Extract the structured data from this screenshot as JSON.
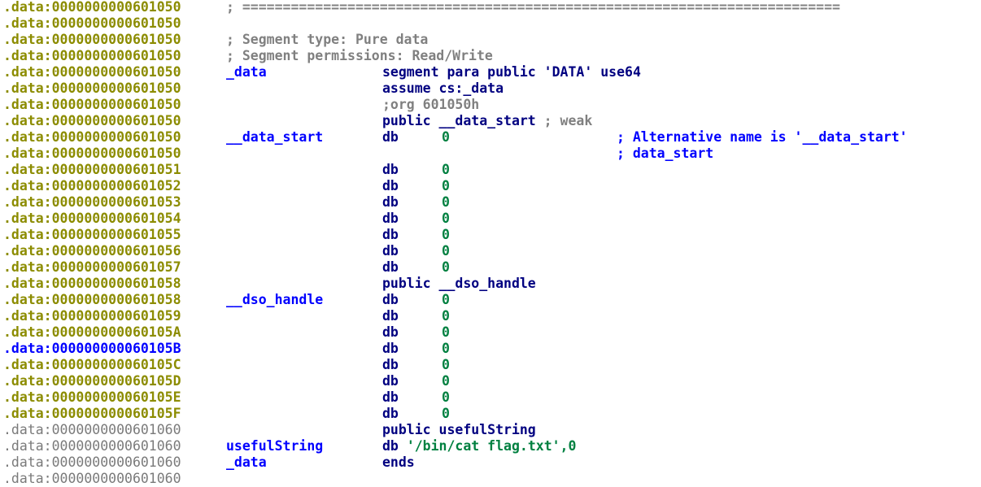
{
  "rows": [
    {
      "addr": ".data:0000000000601050",
      "comment": "; =========================================================================="
    },
    {
      "addr": ".data:0000000000601050"
    },
    {
      "addr": ".data:0000000000601050",
      "comment": "; Segment type: Pure data"
    },
    {
      "addr": ".data:0000000000601050",
      "comment": "; Segment permissions: Read/Write"
    },
    {
      "addr": ".data:0000000000601050",
      "label": "_data",
      "instr": "segment para public 'DATA' use64"
    },
    {
      "addr": ".data:0000000000601050",
      "instr": "assume cs:_data"
    },
    {
      "addr": ".data:0000000000601050",
      "instr_comment": ";org 601050h"
    },
    {
      "addr": ".data:0000000000601050",
      "instr": "public __data_start",
      "after": " ; weak"
    },
    {
      "addr": ".data:0000000000601050",
      "label": "__data_start",
      "instr": "db",
      "operand": "0",
      "rcomment": "; Alternative name is '__data_start'"
    },
    {
      "addr": ".data:0000000000601050",
      "rcomment": "; data_start"
    },
    {
      "addr": ".data:0000000000601051",
      "instr": "db",
      "operand": "0"
    },
    {
      "addr": ".data:0000000000601052",
      "instr": "db",
      "operand": "0"
    },
    {
      "addr": ".data:0000000000601053",
      "instr": "db",
      "operand": "0"
    },
    {
      "addr": ".data:0000000000601054",
      "instr": "db",
      "operand": "0"
    },
    {
      "addr": ".data:0000000000601055",
      "instr": "db",
      "operand": "0"
    },
    {
      "addr": ".data:0000000000601056",
      "instr": "db",
      "operand": "0"
    },
    {
      "addr": ".data:0000000000601057",
      "instr": "db",
      "operand": "0"
    },
    {
      "addr": ".data:0000000000601058",
      "instr": "public __dso_handle"
    },
    {
      "addr": ".data:0000000000601058",
      "label": "__dso_handle",
      "instr": "db",
      "operand": "0"
    },
    {
      "addr": ".data:0000000000601059",
      "instr": "db",
      "operand": "0"
    },
    {
      "addr": ".data:000000000060105A",
      "instr": "db",
      "operand": "0"
    },
    {
      "addr": ".data:000000000060105B",
      "instr": "db",
      "operand": "0",
      "addr_style": "blue"
    },
    {
      "addr": ".data:000000000060105C",
      "instr": "db",
      "operand": "0"
    },
    {
      "addr": ".data:000000000060105D",
      "instr": "db",
      "operand": "0"
    },
    {
      "addr": ".data:000000000060105E",
      "instr": "db",
      "operand": "0"
    },
    {
      "addr": ".data:000000000060105F",
      "instr": "db",
      "operand": "0"
    },
    {
      "addr": ".data:0000000000601060",
      "instr": "public usefulString",
      "addr_style": "gray"
    },
    {
      "addr": ".data:0000000000601060",
      "label": "usefulString",
      "instr": "db ",
      "string": "'/bin/cat flag.txt',0",
      "addr_style": "gray"
    },
    {
      "addr": ".data:0000000000601060",
      "label": "_data",
      "instr": "ends",
      "addr_style": "gray"
    },
    {
      "addr": ".data:0000000000601060",
      "addr_style": "gray"
    }
  ],
  "colors": {
    "address": "#8c8c00",
    "address_highlight": "#0000ff",
    "address_other_segment": "#7a7a7a",
    "label": "#0000ff",
    "instruction": "#000080",
    "operand": "#008040",
    "comment": "#808080",
    "repeatable_comment": "#0000ff"
  }
}
